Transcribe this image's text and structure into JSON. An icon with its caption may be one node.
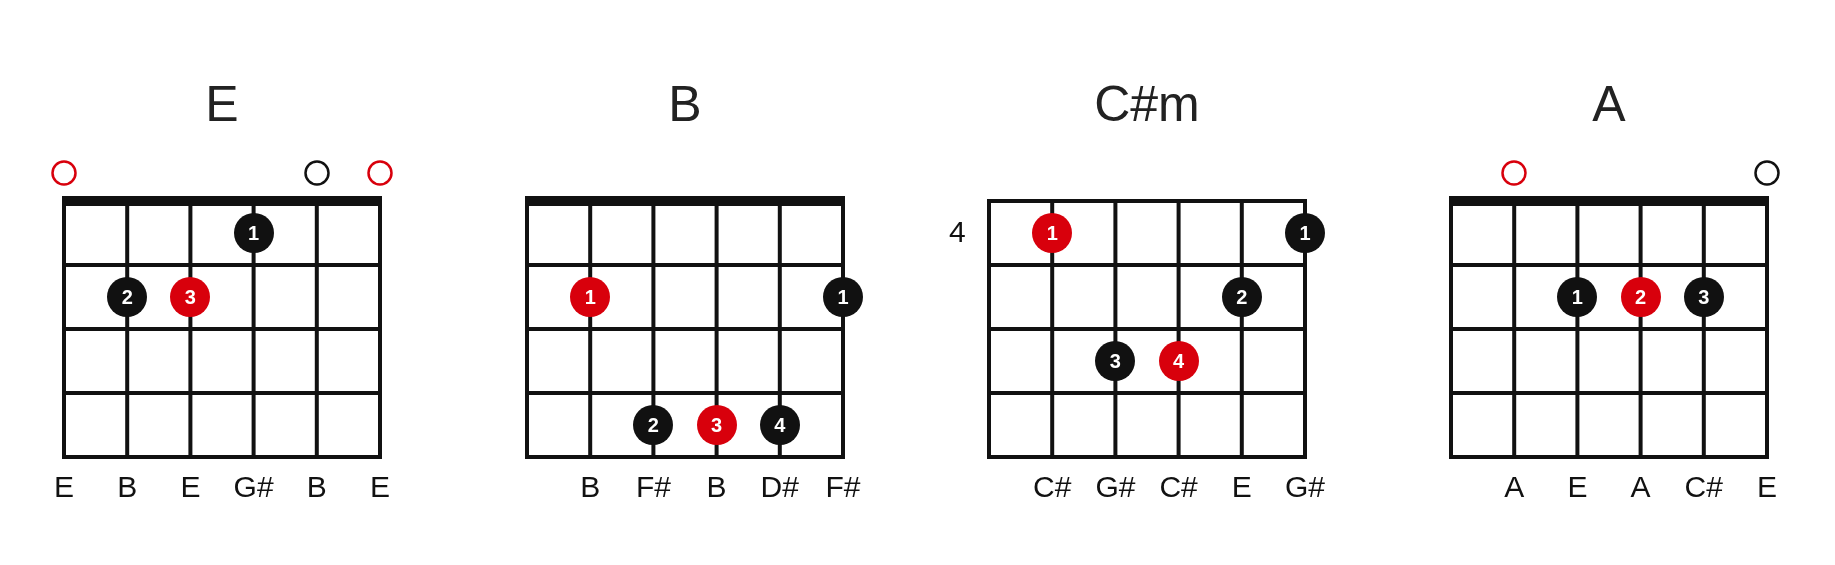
{
  "diagram": {
    "nodes": [
      {
        "text": [
          "E"
        ]
      },
      {
        "text": [],
        "shape": "circle"
      },
      {
        "text": [],
        "shape": "circle"
      },
      {
        "text": [],
        "shape": "circle"
      },
      {
        "text": [
          "1"
        ],
        "in": 0
      },
      {
        "text": [
          "2"
        ],
        "in": 0
      },
      {
        "text": [
          "3"
        ],
        "in": 0
      },
      {
        "text": [
          "B"
        ]
      },
      {
        "text": [
          "1"
        ],
        "in": 7
      },
      {
        "text": [
          "1"
        ],
        "in": 7
      },
      {
        "text": [
          "2"
        ],
        "in": 7
      },
      {
        "text": [
          "3"
        ],
        "in": 7
      },
      {
        "text": [
          "4"
        ],
        "in": 7
      },
      {
        "text": [
          "C#m"
        ],
        "beside": [
          "4"
        ]
      },
      {
        "text": [
          "1"
        ],
        "in": 13
      },
      {
        "text": [
          "1"
        ],
        "in": 13
      },
      {
        "text": [
          "2"
        ],
        "in": 13
      },
      {
        "text": [
          "3"
        ],
        "in": 13
      },
      {
        "text": [
          "4"
        ],
        "in": 13
      },
      {
        "text": [
          "A"
        ]
      },
      {
        "text": [],
        "shape": "circle"
      },
      {
        "text": [],
        "shape": "circle"
      },
      {
        "text": [
          "1"
        ],
        "in": 19
      },
      {
        "text": [
          "2"
        ],
        "in": 19
      },
      {
        "text": [
          "3"
        ],
        "in": 19
      }
    ],
    "edges": [],
    "labels": [
      "E",
      "B",
      "E",
      "G#",
      "B",
      "E",
      "B",
      "F#",
      "B",
      "D#",
      "F#",
      "C#",
      "G#",
      "C#",
      "E",
      "G#",
      "A",
      "E",
      "A",
      "C#",
      "E"
    ]
  }
}
